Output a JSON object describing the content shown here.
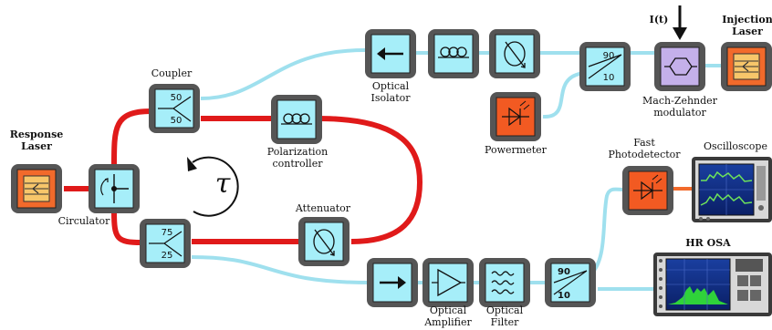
{
  "colors": {
    "red_fiber": "#e01a1a",
    "blue_fiber": "#9fe0ee",
    "box_outer": "#555555",
    "box_inner": "#a6eef9",
    "laser": "#f26a2b",
    "detector": "#f25a22",
    "modulator": "#c4b0ea"
  },
  "labels": {
    "response_laser": "Response\nLaser",
    "circulator": "Circulator",
    "coupler": "Coupler",
    "polarization_controller": "Polarization\ncontroller",
    "attenuator": "Attenuator",
    "optical_isolator": "Optical\nIsolator",
    "powermeter": "Powermeter",
    "mach_zehnder": "Mach-Zehnder\nmodulator",
    "current": "I(t)",
    "injection_laser": "Injection\nLaser",
    "fast_photodetector": "Fast\nPhotodetector",
    "oscilloscope": "Oscilloscope",
    "hr_osa": "HR OSA",
    "optical_amplifier": "Optical\nAmplifier",
    "optical_filter": "Optical\nFilter",
    "tau": "τ"
  },
  "ratios": {
    "coupler_top": "50",
    "coupler_bottom": "50",
    "splitter_top": "75",
    "splitter_bottom": "25",
    "upper_split_top": "90",
    "upper_split_bottom": "10",
    "lower_split_top": "90",
    "lower_split_bottom": "10"
  }
}
